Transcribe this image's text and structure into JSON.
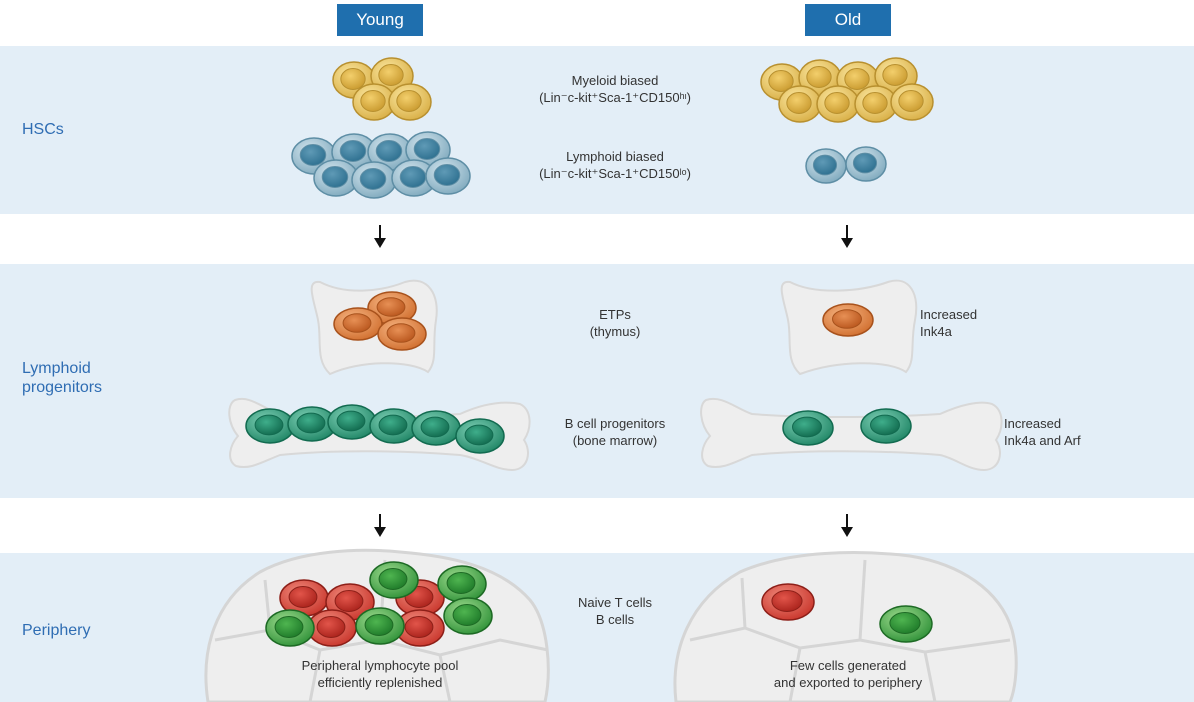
{
  "columns": {
    "young": "Young",
    "old": "Old"
  },
  "rows": {
    "hscs": "HSCs",
    "lymphoid_progenitors_1": "Lymphoid",
    "lymphoid_progenitors_2": "progenitors",
    "periphery": "Periphery"
  },
  "hsc": {
    "myeloid_1": "Myeloid biased",
    "myeloid_2": "(Lin⁻c-kit⁺Sca-1⁺CD150ʰᶦ)",
    "lymphoid_1": "Lymphoid biased",
    "lymphoid_2": "(Lin⁻c-kit⁺Sca-1⁺CD150ˡᵒ)"
  },
  "progenitors": {
    "etp_1": "ETPs",
    "etp_2": "(thymus)",
    "bcell_1": "B cell progenitors",
    "bcell_2": "(bone marrow)",
    "old_etp_1": "Increased",
    "old_etp_2": "Ink4a",
    "old_b_1": "Increased",
    "old_b_2": "Ink4a and Arf"
  },
  "periphery": {
    "center_1": "Naive T cells",
    "center_2": "B cells",
    "young_1": "Peripheral lymphocyte pool",
    "young_2": "efficiently replenished",
    "old_1": "Few cells generated",
    "old_2": "and exported to periphery"
  },
  "colors": {
    "header": "#1f6fae",
    "band": "#e3eef7",
    "label": "#2f6db3",
    "myeloid": "#e8c766",
    "lymphoid_hsc": "#8fb7c9",
    "etp": "#e08a4a",
    "b_progenitor": "#2e9c7a",
    "t_cell": "#d9443a",
    "b_cell": "#3fa64a"
  }
}
